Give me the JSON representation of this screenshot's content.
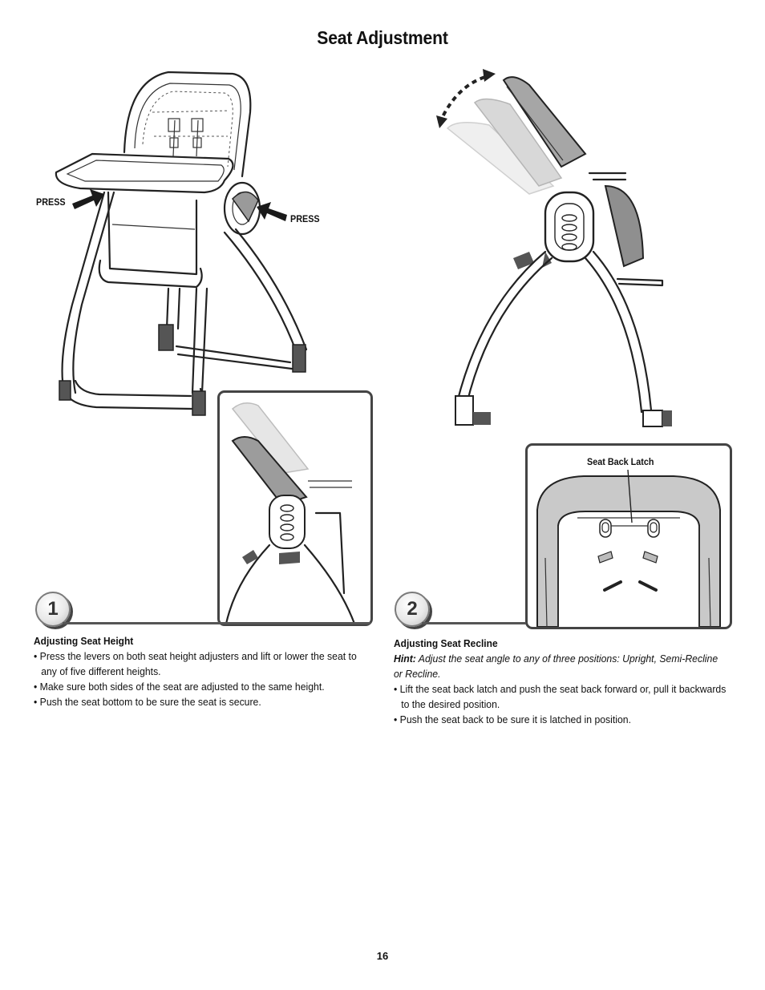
{
  "page": {
    "title": "Seat Adjustment",
    "page_number": "16"
  },
  "figure1": {
    "press_left": "PRESS",
    "press_right": "PRESS",
    "step_number": "1"
  },
  "figure2": {
    "step_number": "2",
    "callout_label": "Seat Back Latch"
  },
  "section1": {
    "heading": "Adjusting Seat Height",
    "bullets": [
      "• Press the levers on both seat height adjusters and lift or lower the seat to any of five different heights.",
      "• Make sure both sides of the seat are adjusted to the same height.",
      "• Push the seat bottom to be sure the seat is secure."
    ]
  },
  "section2": {
    "heading": "Adjusting Seat Recline",
    "hint_label": "Hint:",
    "hint_text": " Adjust the seat angle to any of three positions: Upright, Semi-Recline or Recline.",
    "bullets": [
      "• Lift the seat back latch and push the seat back forward or, pull it backwards to the desired position.",
      "• Push the seat back to be sure it is latched in position."
    ]
  },
  "colors": {
    "line": "#222222",
    "panel_gray": "#c9c9c9",
    "accent_dark": "#444444"
  }
}
